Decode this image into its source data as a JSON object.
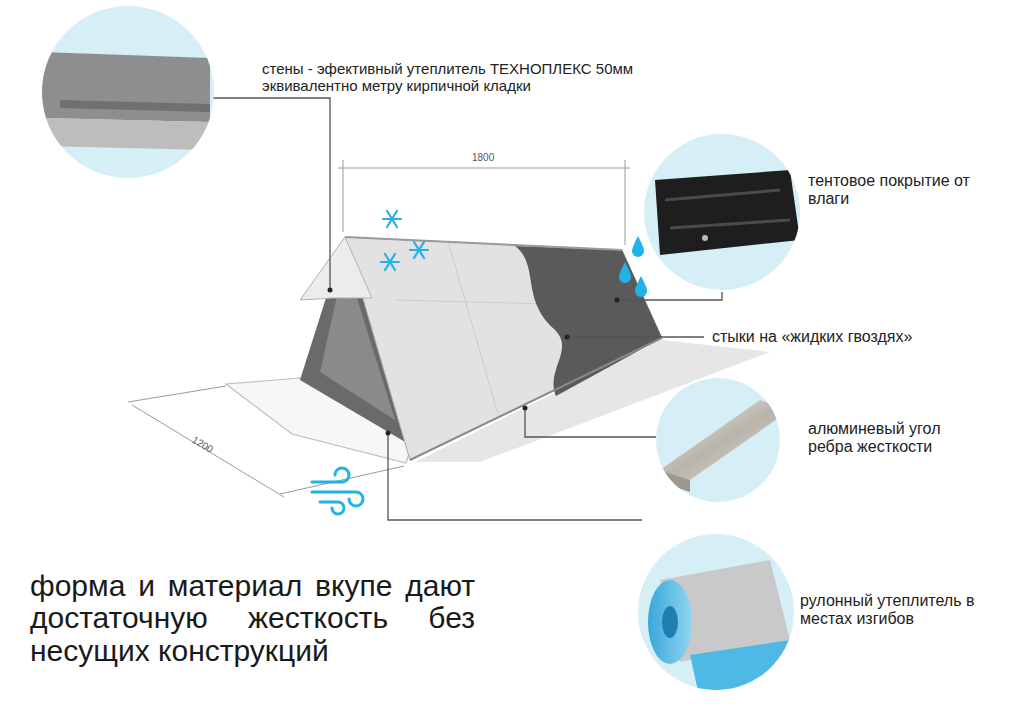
{
  "diagram": {
    "caption": "форма и материал вкупе дают достаточную жесткость без несущих конструкций",
    "labels": [
      "стены - эфективный утеплитель ТЕХНОПЛЕКС 50мм эквивалентно метру кирпичной кладки",
      "1800",
      "тентовое покрытие от влаги",
      "стыки на «жидких гвоздях»",
      "алюминевый угол ребра жесткости",
      "1200",
      "рулонный утеплитель в местах изгибов"
    ]
  }
}
